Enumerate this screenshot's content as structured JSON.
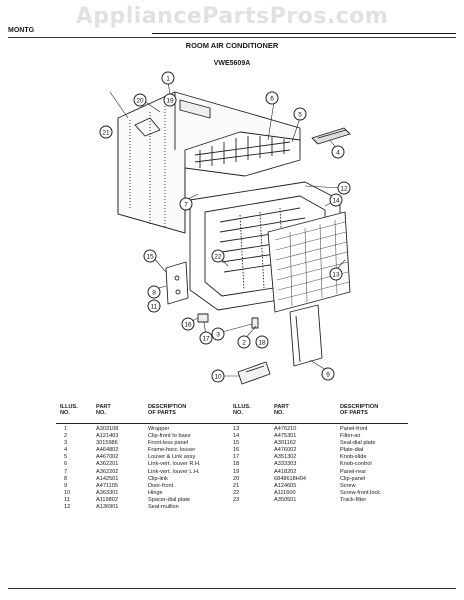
{
  "watermark": "AppliancePartsPros.com",
  "header": {
    "brand_partial": "MONTG",
    "title": "ROOM AIR CONDITIONER",
    "model": "VWE5609A"
  },
  "callouts": [
    "1",
    "2",
    "3",
    "4",
    "5",
    "6",
    "7",
    "8",
    "9",
    "10",
    "11",
    "12",
    "13",
    "14",
    "15",
    "16",
    "17",
    "18",
    "19",
    "20",
    "21",
    "22"
  ],
  "table": {
    "headers": {
      "illus": "ILLUS.\nNO.",
      "part": "PART\nNO.",
      "desc": "DESCRIPTION\nOF PARTS"
    },
    "left_rows": [
      {
        "illus": "1",
        "part": "A303108",
        "desc": "Wrapper"
      },
      {
        "illus": "2",
        "part": "A121403",
        "desc": "Clip-front to base"
      },
      {
        "illus": "3",
        "part": "3015986",
        "desc": "Front-less panel"
      },
      {
        "illus": "4",
        "part": "A464802",
        "desc": "Frame-horz. louver"
      },
      {
        "illus": "5",
        "part": "A467002",
        "desc": "Louver & Link assy"
      },
      {
        "illus": "6",
        "part": "A362201",
        "desc": "Link-vert. louver R.H."
      },
      {
        "illus": "7",
        "part": "A362202",
        "desc": "Link-vert. louver L.H."
      },
      {
        "illus": "8",
        "part": "A142501",
        "desc": "Clip-link"
      },
      {
        "illus": "9",
        "part": "A471105",
        "desc": "Door-front"
      },
      {
        "illus": "10",
        "part": "A363301",
        "desc": "Hinge"
      },
      {
        "illus": "11",
        "part": "A119802",
        "desc": "Spacer-dial plate"
      },
      {
        "illus": "12",
        "part": "A136901",
        "desc": "Seal-mullion"
      }
    ],
    "right_rows": [
      {
        "illus": "13",
        "part": "A476210",
        "desc": "Panel-front"
      },
      {
        "illus": "14",
        "part": "A475301",
        "desc": "Filter-air"
      },
      {
        "illus": "15",
        "part": "A301162",
        "desc": "Seal-dial plate"
      },
      {
        "illus": "16",
        "part": "A476002",
        "desc": "Plate-dial"
      },
      {
        "illus": "17",
        "part": "A351302",
        "desc": "Knob-slide"
      },
      {
        "illus": "18",
        "part": "A333303",
        "desc": "Knob-control"
      },
      {
        "illus": "19",
        "part": "A418202",
        "desc": "Panel-rear"
      },
      {
        "illus": "20",
        "part": "6848618H04",
        "desc": "Clip-panel"
      },
      {
        "illus": "21",
        "part": "A124605",
        "desc": "Screw"
      },
      {
        "illus": "22",
        "part": "A111600",
        "desc": "Screw-front lock"
      },
      {
        "illus": "23",
        "part": "A350501",
        "desc": "Track-filter"
      }
    ]
  },
  "colors": {
    "ink": "#1a1a1a",
    "paper": "#ffffff",
    "watermark": "#c8c8c8"
  }
}
